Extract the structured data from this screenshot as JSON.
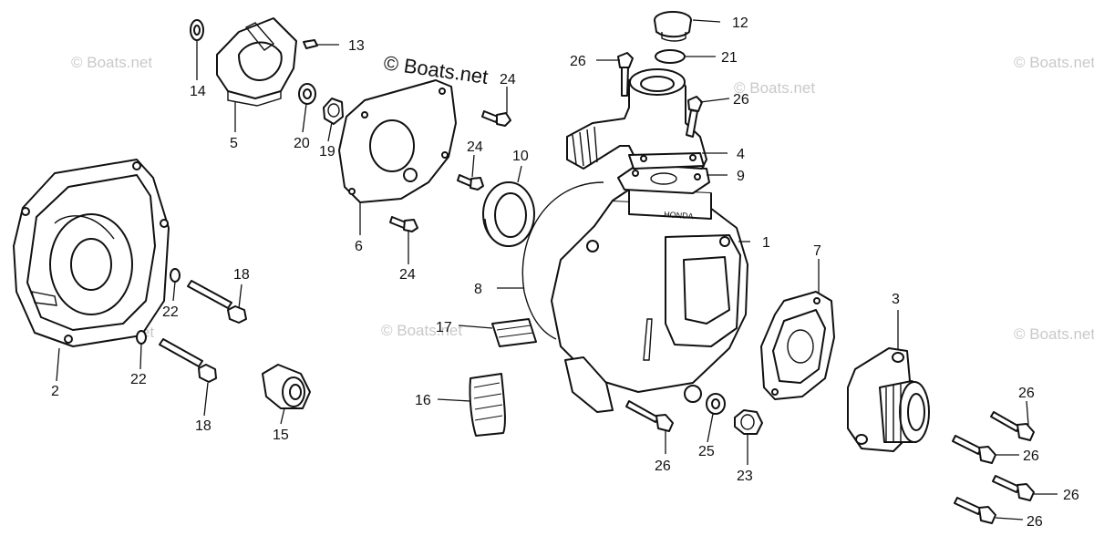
{
  "watermark": {
    "main": "© Boats.net",
    "faint": "© Boats.net"
  },
  "callouts": {
    "p1": "1",
    "p2": "2",
    "p3": "3",
    "p4": "4",
    "p5": "5",
    "p6": "6",
    "p7": "7",
    "p8": "8",
    "p9": "9",
    "p10": "10",
    "p12": "12",
    "p13": "13",
    "p14": "14",
    "p15": "15",
    "p16": "16",
    "p17": "17",
    "p18a": "18",
    "p18b": "18",
    "p19": "19",
    "p20": "20",
    "p21": "21",
    "p22a": "22",
    "p22b": "22",
    "p23": "23",
    "p24a": "24",
    "p24b": "24",
    "p24c": "24",
    "p25": "25",
    "p26a": "26",
    "p26b": "26",
    "p26c": "26",
    "p26d": "26",
    "p26e": "26",
    "p26f": "26",
    "p26g": "26"
  },
  "casting_mark": "HONDA"
}
